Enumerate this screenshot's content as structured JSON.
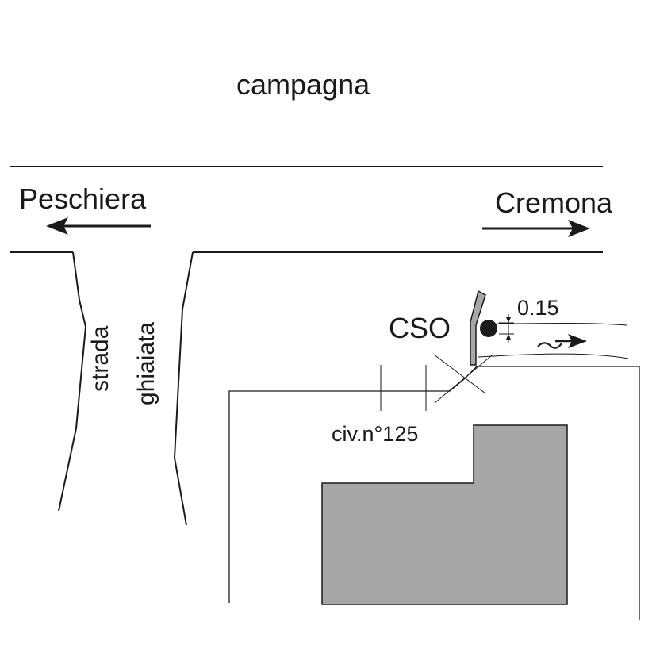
{
  "labels": {
    "countryside": "campagna",
    "west_destination": "Peschiera",
    "east_destination": "Cremona",
    "side_road_word1": "strada",
    "side_road_word2": "ghiaiata",
    "outfall": "CSO",
    "dimension": "0.15",
    "house_number": "civ.n°125"
  },
  "colors": {
    "line": "#1a1a1a",
    "building_fill": "#a6a6a6",
    "outfall_fill": "#a8a8a8"
  }
}
